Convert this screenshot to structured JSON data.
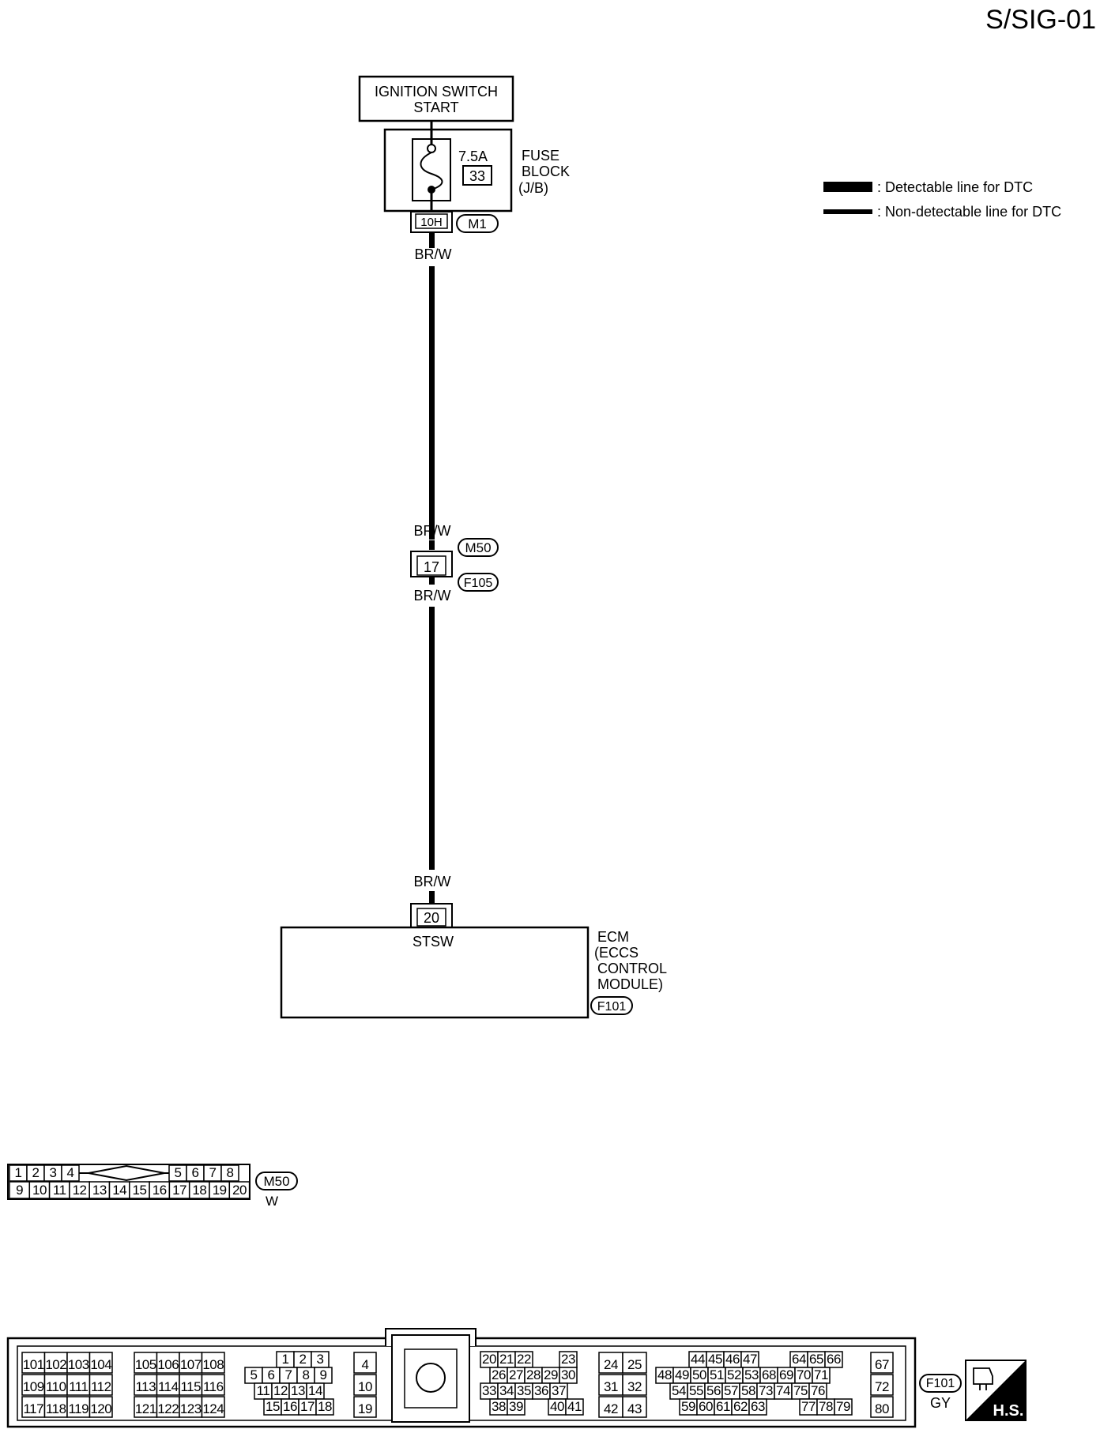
{
  "page_id": "S/SIG-01",
  "legend": {
    "detectable": ": Detectable line for DTC",
    "non_detectable": ": Non-detectable line for DTC"
  },
  "ignition": {
    "line1": "IGNITION SWITCH",
    "line2": "START"
  },
  "fuse": {
    "rating": "7.5A",
    "number": "33",
    "label_lines": [
      "FUSE",
      "BLOCK",
      "(J/B)"
    ],
    "terminal": "10H",
    "connector": "M1"
  },
  "wire_color": "BR/W",
  "joint": {
    "terminal": "17",
    "connector_top": "M50",
    "connector_bottom": "F105"
  },
  "ecm": {
    "terminal": "20",
    "pin_name": "STSW",
    "label_lines": [
      "ECM",
      "(ECCS",
      "CONTROL",
      "MODULE)"
    ],
    "connector": "F101"
  },
  "m50_view": {
    "row1_left": [
      "1",
      "2",
      "3",
      "4"
    ],
    "row1_right": [
      "5",
      "6",
      "7",
      "8"
    ],
    "row2": [
      "9",
      "10",
      "11",
      "12",
      "13",
      "14",
      "15",
      "16",
      "17",
      "18",
      "19",
      "20"
    ],
    "connector": "M50",
    "color": "W"
  },
  "f101_view": {
    "g1": [
      [
        "101",
        "102",
        "103",
        "104"
      ],
      [
        "109",
        "110",
        "111",
        "112"
      ],
      [
        "117",
        "118",
        "119",
        "120"
      ]
    ],
    "g2": [
      [
        "105",
        "106",
        "107",
        "108"
      ],
      [
        "113",
        "114",
        "115",
        "116"
      ],
      [
        "121",
        "122",
        "123",
        "124"
      ]
    ],
    "g3": [
      [
        "1",
        "2",
        "3"
      ],
      [
        "5",
        "6",
        "7",
        "8",
        "9"
      ],
      [
        "11",
        "12",
        "13",
        "14"
      ],
      [
        "15",
        "16",
        "17",
        "18"
      ]
    ],
    "g4": [
      "4",
      "10",
      "19"
    ],
    "g5": [
      [
        "20",
        "21",
        "22",
        "23"
      ],
      [
        "26",
        "27",
        "28",
        "29",
        "30"
      ],
      [
        "33",
        "34",
        "35",
        "36",
        "37"
      ],
      [
        "38",
        "39",
        "40",
        "41"
      ]
    ],
    "g6": [
      [
        "24",
        "25"
      ],
      [
        "31",
        "32"
      ],
      [
        "42",
        "43"
      ]
    ],
    "g7": [
      [
        "44",
        "45",
        "46",
        "47",
        "64",
        "65",
        "66"
      ],
      [
        "48",
        "49",
        "50",
        "51",
        "52",
        "53",
        "68",
        "69",
        "70",
        "71"
      ],
      [
        "54",
        "55",
        "56",
        "57",
        "58",
        "73",
        "74",
        "75",
        "76"
      ],
      [
        "59",
        "60",
        "61",
        "62",
        "63",
        "77",
        "78",
        "79"
      ]
    ],
    "g8": [
      "67",
      "72",
      "80"
    ],
    "connector": "F101",
    "color": "GY",
    "badge": "H.S."
  }
}
